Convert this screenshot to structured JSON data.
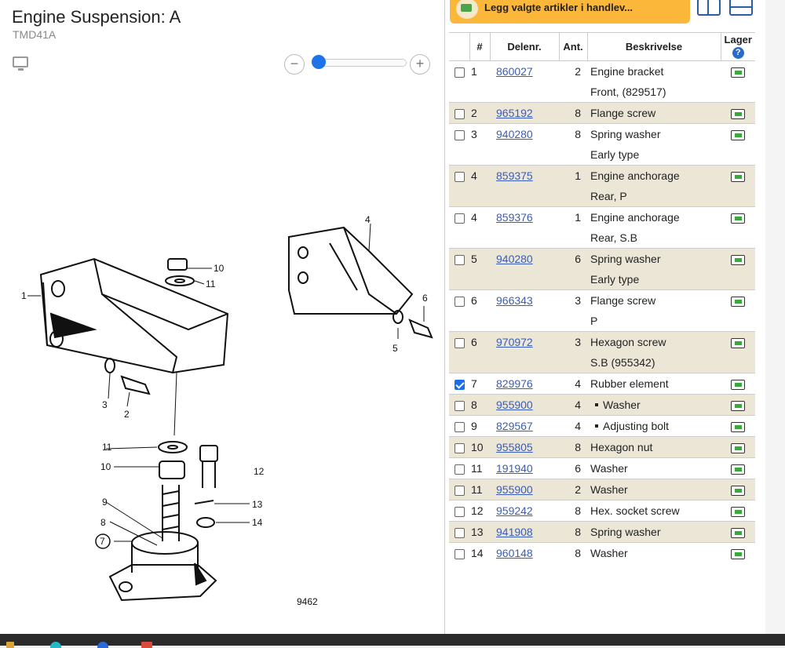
{
  "page": {
    "title": "Engine Suspension: A",
    "subtitle": "TMD41A"
  },
  "zoom": {
    "minus": "−",
    "plus": "+",
    "level": 0.0
  },
  "toolbar": {
    "cart_button_label": "Legg valgte artikler i handlev..."
  },
  "table": {
    "headers": {
      "idx": "#",
      "part": "Delenr.",
      "qty": "Ant.",
      "desc": "Beskrivelse",
      "lager": "Lager",
      "help": "?"
    },
    "rows": [
      {
        "checked": false,
        "idx": "1",
        "part": "860027",
        "qty": "2",
        "desc": "Engine bracket",
        "desc2": "Front, (829517)"
      },
      {
        "checked": false,
        "idx": "2",
        "part": "965192",
        "qty": "8",
        "desc": "Flange screw"
      },
      {
        "checked": false,
        "idx": "3",
        "part": "940280",
        "qty": "8",
        "desc": "Spring washer",
        "desc2": "Early type"
      },
      {
        "checked": false,
        "idx": "4",
        "part": "859375",
        "qty": "1",
        "desc": "Engine anchorage",
        "desc2": "Rear, P"
      },
      {
        "checked": false,
        "idx": "4",
        "part": "859376",
        "qty": "1",
        "desc": "Engine anchorage",
        "desc2": "Rear, S.B"
      },
      {
        "checked": false,
        "idx": "5",
        "part": "940280",
        "qty": "6",
        "desc": "Spring washer",
        "desc2": "Early type"
      },
      {
        "checked": false,
        "idx": "6",
        "part": "966343",
        "qty": "3",
        "desc": "Flange screw",
        "desc2": "P"
      },
      {
        "checked": false,
        "idx": "6",
        "part": "970972",
        "qty": "3",
        "desc": "Hexagon screw",
        "desc2": "S.B (955342)"
      },
      {
        "checked": true,
        "idx": "7",
        "part": "829976",
        "qty": "4",
        "desc": "Rubber element"
      },
      {
        "checked": false,
        "idx": "8",
        "part": "955900",
        "qty": "4",
        "desc": "Washer",
        "sub": true
      },
      {
        "checked": false,
        "idx": "9",
        "part": "829567",
        "qty": "4",
        "desc": "Adjusting bolt",
        "sub": true
      },
      {
        "checked": false,
        "idx": "10",
        "part": "955805",
        "qty": "8",
        "desc": "Hexagon nut"
      },
      {
        "checked": false,
        "idx": "11",
        "part": "191940",
        "qty": "6",
        "desc": "Washer"
      },
      {
        "checked": false,
        "idx": "11",
        "part": "955900",
        "qty": "2",
        "desc": "Washer"
      },
      {
        "checked": false,
        "idx": "12",
        "part": "959242",
        "qty": "8",
        "desc": "Hex. socket screw"
      },
      {
        "checked": false,
        "idx": "13",
        "part": "941908",
        "qty": "8",
        "desc": "Spring washer"
      },
      {
        "checked": false,
        "idx": "14",
        "part": "960148",
        "qty": "8",
        "desc": "Washer"
      }
    ]
  },
  "diagram": {
    "labels": {
      "c1": "1",
      "c2": "2",
      "c3": "3",
      "c4": "4",
      "c5": "5",
      "c6": "6",
      "c7": "7",
      "c8": "8",
      "c9": "9",
      "c10a": "10",
      "c10b": "10",
      "c11a": "11",
      "c11b": "11",
      "c12": "12",
      "c13": "13",
      "c14": "14",
      "ref": "9462"
    }
  }
}
